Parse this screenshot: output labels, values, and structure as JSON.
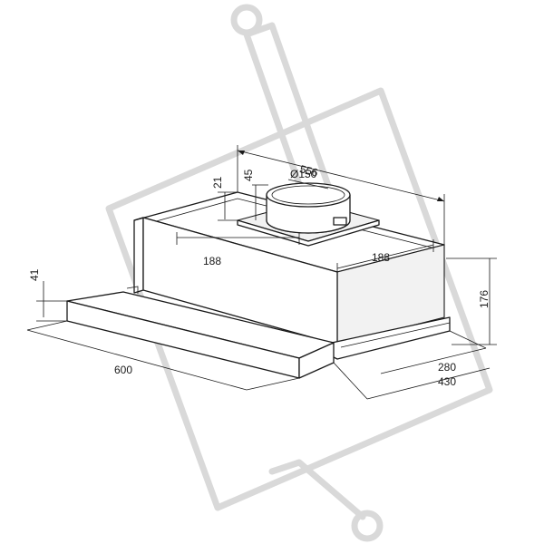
{
  "drawing": {
    "dimensions": {
      "overall_width": "556",
      "duct_diameter": "Ø150",
      "collar_height": "45",
      "top_offset": "21",
      "left_offset": "188",
      "right_offset": "188",
      "front_panel_height": "41",
      "total_height": "176",
      "front_width": "600",
      "depth_body": "280",
      "depth_total": "430"
    }
  }
}
